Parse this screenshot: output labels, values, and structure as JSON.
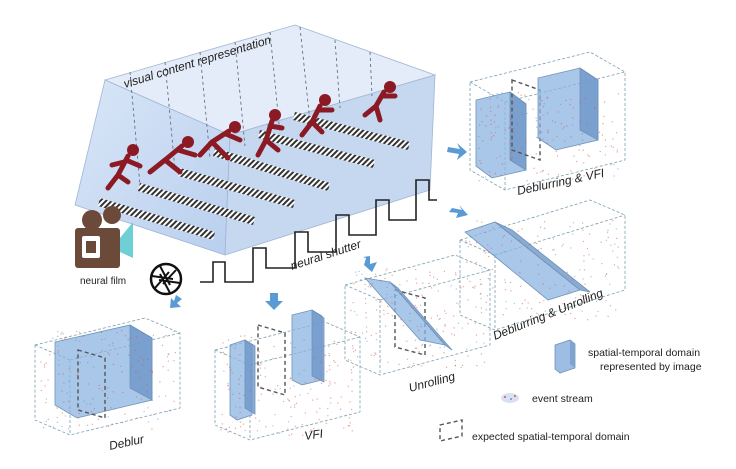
{
  "labels": {
    "visual_content": "visual content representation",
    "neural_shutter": "neural shutter",
    "neural_film": "neural film",
    "deblurring_vfi": "Deblurring & VFI",
    "deblurring_unrolling": "Deblurring & Unrolling",
    "unrolling": "Unrolling",
    "deblur": "Deblur",
    "vfi": "VFI"
  },
  "legend": {
    "domain_line1": "spatial-temporal domain",
    "domain_line2": "represented by image",
    "event_stream": "event stream",
    "expected_domain": "expected spatial-temporal domain"
  },
  "colors": {
    "slab": "#c9daf2",
    "slice": "#8cb4e1",
    "runner": "#8b1a24",
    "arrow": "#5b9bd5",
    "events_red": "#d9534f",
    "events_blue": "#6b8fd6"
  },
  "icons": [
    "runner-icon",
    "camera-icon",
    "aperture-icon",
    "arrow-icon"
  ]
}
